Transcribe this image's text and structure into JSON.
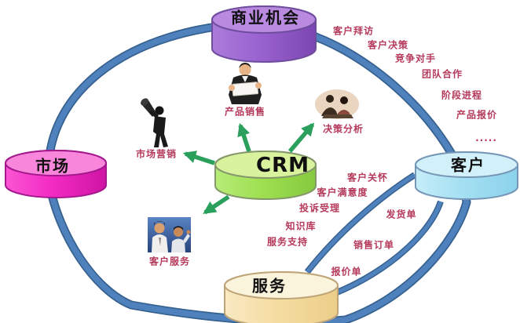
{
  "nodes": {
    "opportunity": "商业机会",
    "market": "市场",
    "customer": "客户",
    "service": "服务",
    "crm": "CRM"
  },
  "crm_functions": {
    "marketing": "市场营销",
    "product_sales": "产品销售",
    "decision_analysis": "决策分析",
    "customer_service": "客户服务"
  },
  "opportunity_items": [
    "客户拜访",
    "客户决策",
    "竞争对手",
    "团队合作",
    "阶段进程",
    "产品报价",
    "....."
  ],
  "customer_care_items": [
    "客户关怀",
    "客户满意度",
    "投诉受理",
    "知识库",
    "服务支持"
  ],
  "order_items": [
    "发货单",
    "销售订单",
    "报价单"
  ],
  "colors": {
    "ring_blue": "#4f81bd",
    "ring_blue_dark": "#36618f",
    "arrow_green": "#2aa05c",
    "label_red": "#b5395a",
    "node_opportunity": "#9a63d0",
    "node_market": "#f32cc4",
    "node_customer": "#a5e0f3",
    "node_service": "#f5dda2",
    "node_crm": "#9fe051"
  }
}
